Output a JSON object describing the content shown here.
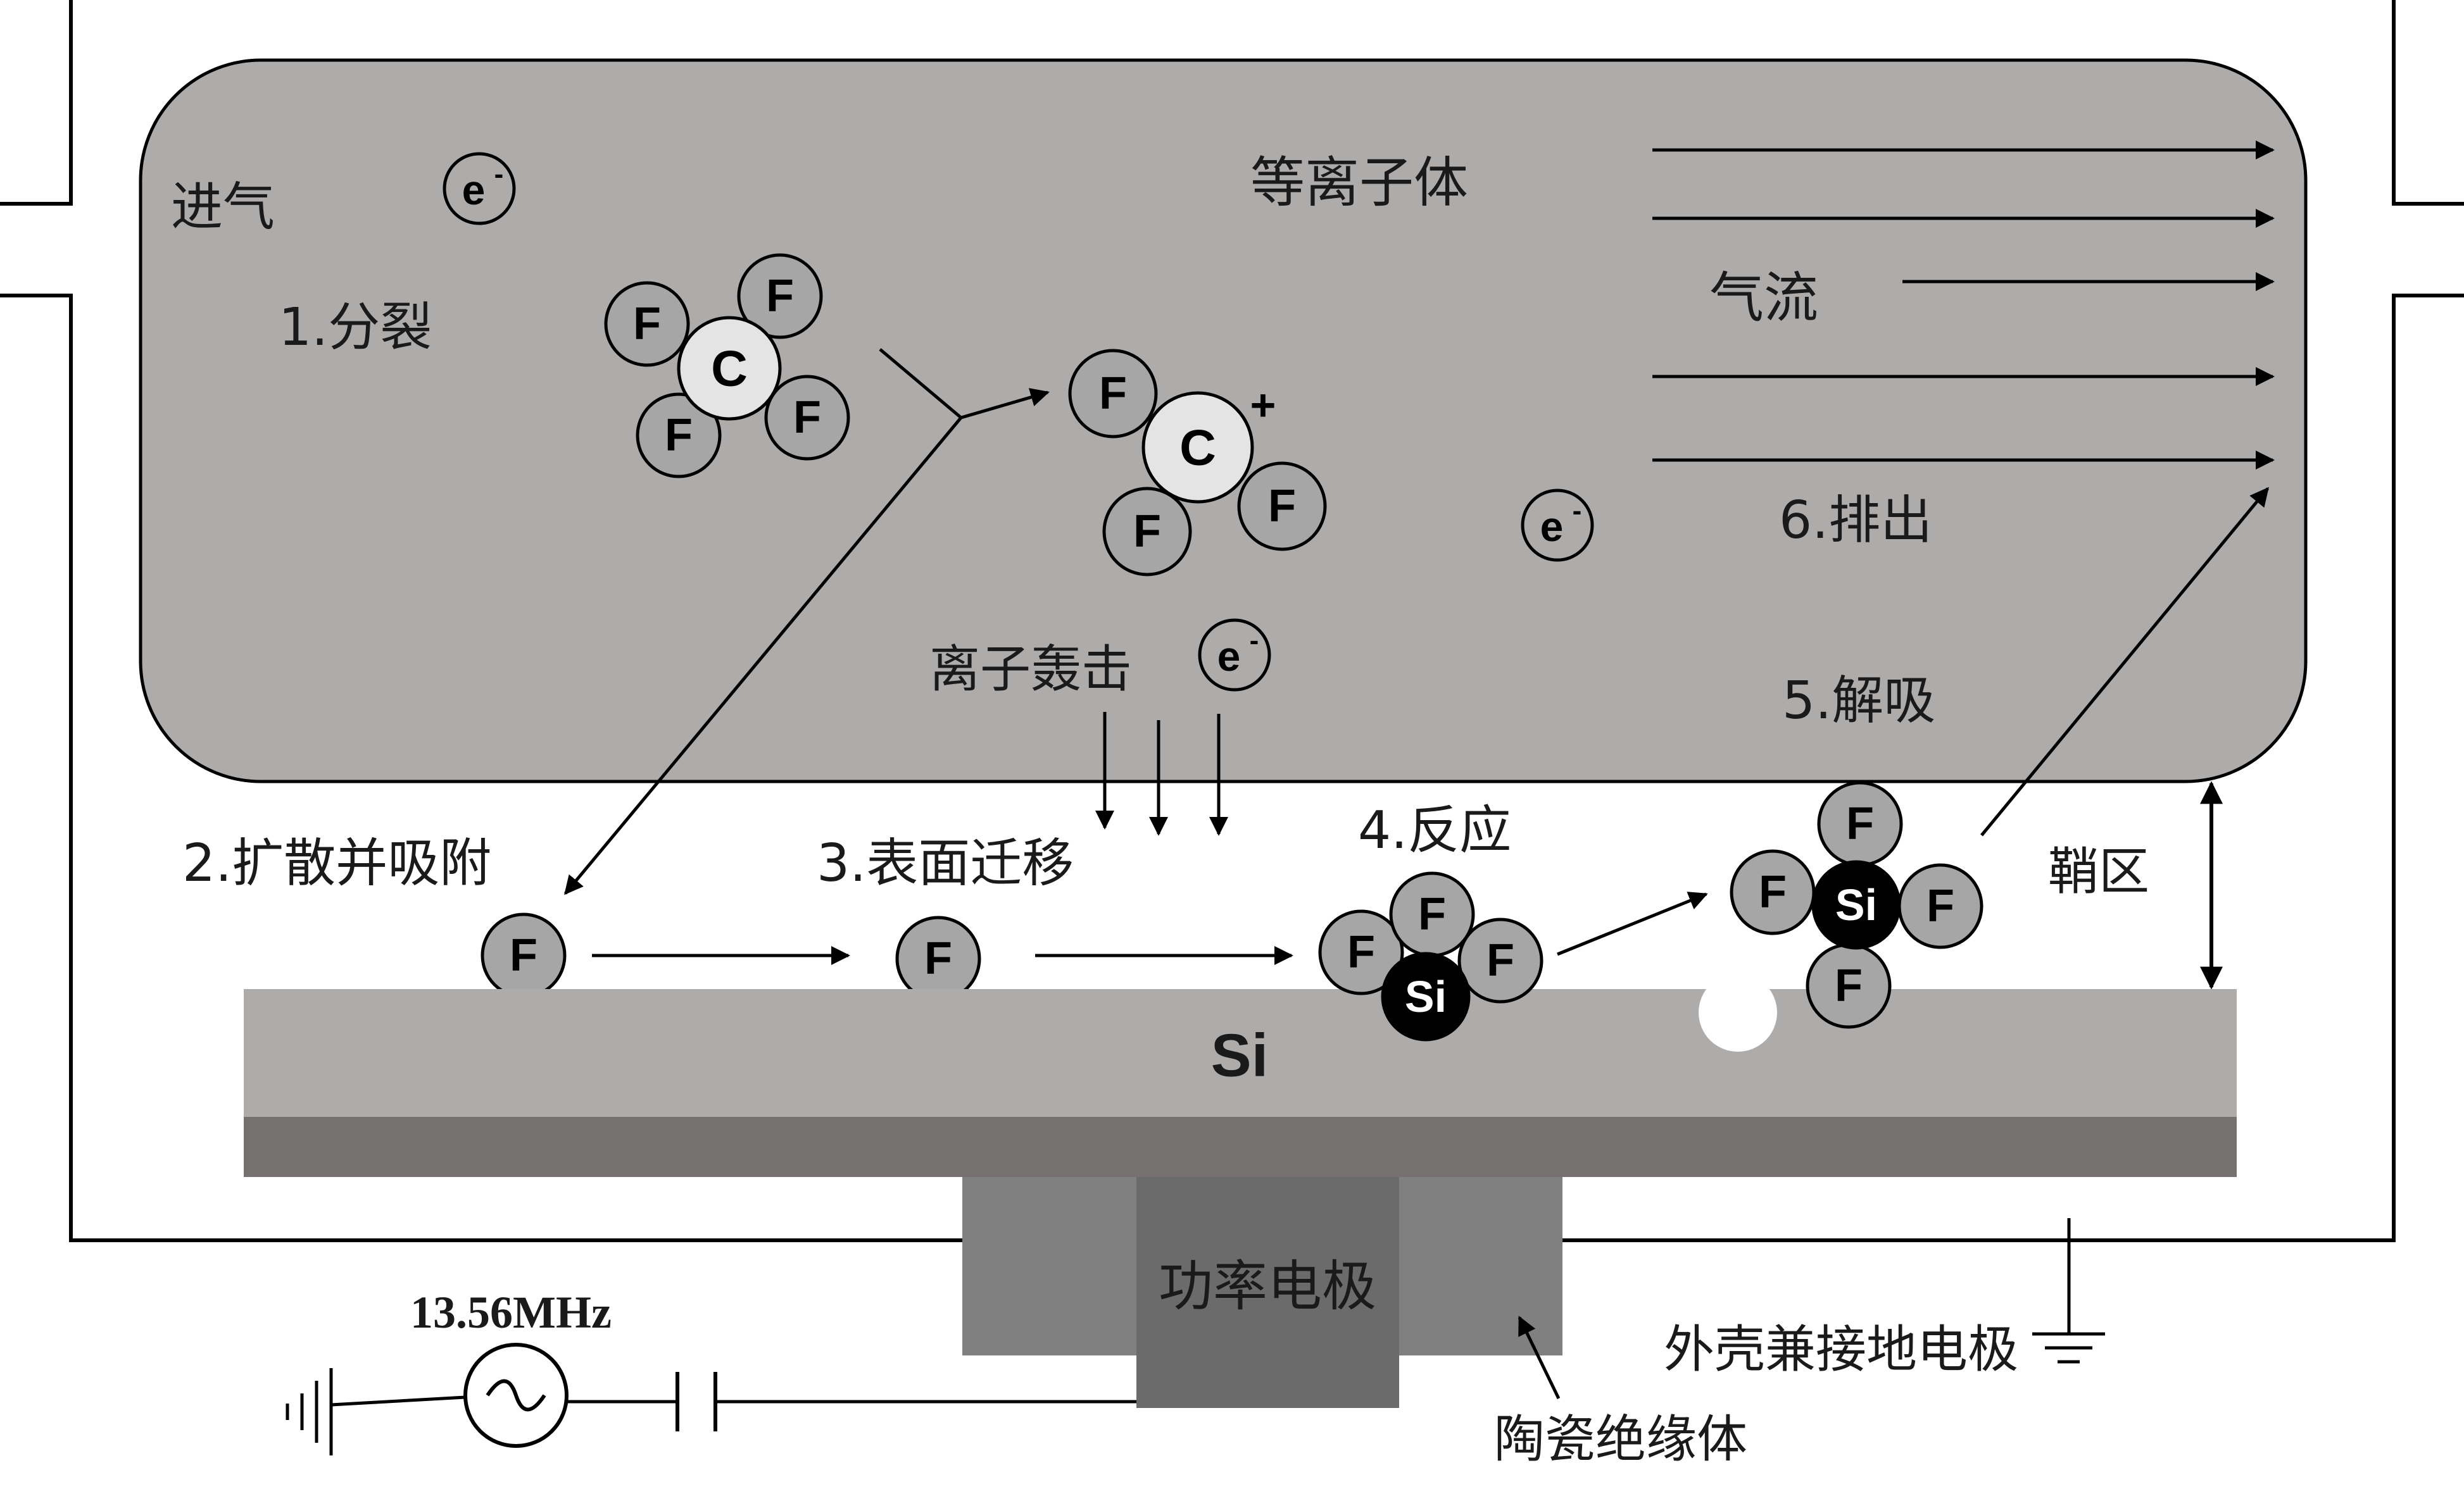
{
  "labels": {
    "inlet": "进气",
    "plasma": "等离子体",
    "gas_flow": "气流",
    "step1": "1.分裂",
    "step2": "2.扩散并吸附",
    "step3": "3.表面迁移",
    "step4": "4.反应",
    "step5": "5.解吸",
    "step6": "6.排出",
    "ion_bombardment": "离子轰击",
    "sheath": "鞘区",
    "substrate": "Si",
    "power_electrode": "功率电极",
    "ceramic_insulator": "陶瓷绝缘体",
    "shell_ground_electrode": "外壳兼接地电极",
    "rf_frequency": "13.56MHz"
  },
  "atoms": {
    "fluorine": "F",
    "carbon": "C",
    "silicon": "Si",
    "electron": "e",
    "electron_sup": "-",
    "plus": "+"
  },
  "colors": {
    "plasma_fill": "#aeabab",
    "substrate_fill": "#aeabab",
    "substrate_base": "#767171",
    "insulator": "#808080",
    "electrode": "#6b6b6b",
    "atom_f": "#a6a6a6",
    "atom_c": "#e4e4e4",
    "atom_si": "#000000"
  },
  "icons": [
    "ac-source-icon",
    "ground-icon",
    "capacitor-icon"
  ]
}
